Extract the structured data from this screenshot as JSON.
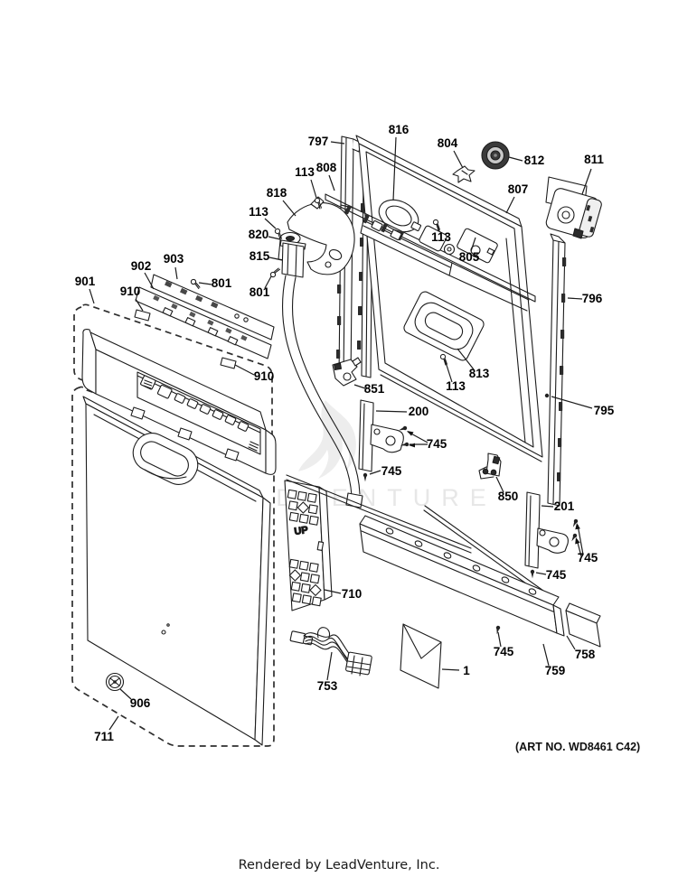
{
  "page": {
    "art_no": "(ART NO. WD8461 C42)",
    "credit_line": "Rendered by LeadVenture, Inc.",
    "watermark": "LEADVENTURE"
  },
  "diagram": {
    "up_marking": "UP",
    "colors": {
      "line": "#1c1c1c",
      "label": "#000000",
      "dark_fill": "#2b2b2b",
      "watermark": "#e7e7e7",
      "background": "#ffffff"
    },
    "callouts": {
      "c797": "797",
      "c816": "816",
      "c804": "804",
      "c812": "812",
      "c811": "811",
      "c113a": "113",
      "c808": "808",
      "c818": "818",
      "c807": "807",
      "c113b": "113",
      "c820": "820",
      "c113c": "113",
      "c805": "805",
      "c815": "815",
      "c801a": "801",
      "c901": "901",
      "c902": "902",
      "c903": "903",
      "c910a": "910",
      "c801b": "801",
      "c910b": "910",
      "c796": "796",
      "c813": "813",
      "c113d": "113",
      "c851": "851",
      "c795": "795",
      "c200": "200",
      "c745a": "745",
      "c745b": "745",
      "c850": "850",
      "c201": "201",
      "c745c": "745",
      "c745d": "745",
      "c745e": "745",
      "c758": "758",
      "c759": "759",
      "c1": "1",
      "c710": "710",
      "c753": "753",
      "c906": "906",
      "c711": "711"
    },
    "unique_part_numbers": [
      "1",
      "113",
      "200",
      "201",
      "710",
      "711",
      "745",
      "753",
      "758",
      "759",
      "795",
      "796",
      "797",
      "801",
      "804",
      "805",
      "807",
      "808",
      "811",
      "812",
      "813",
      "815",
      "816",
      "818",
      "820",
      "850",
      "851",
      "901",
      "902",
      "903",
      "906",
      "910"
    ]
  }
}
